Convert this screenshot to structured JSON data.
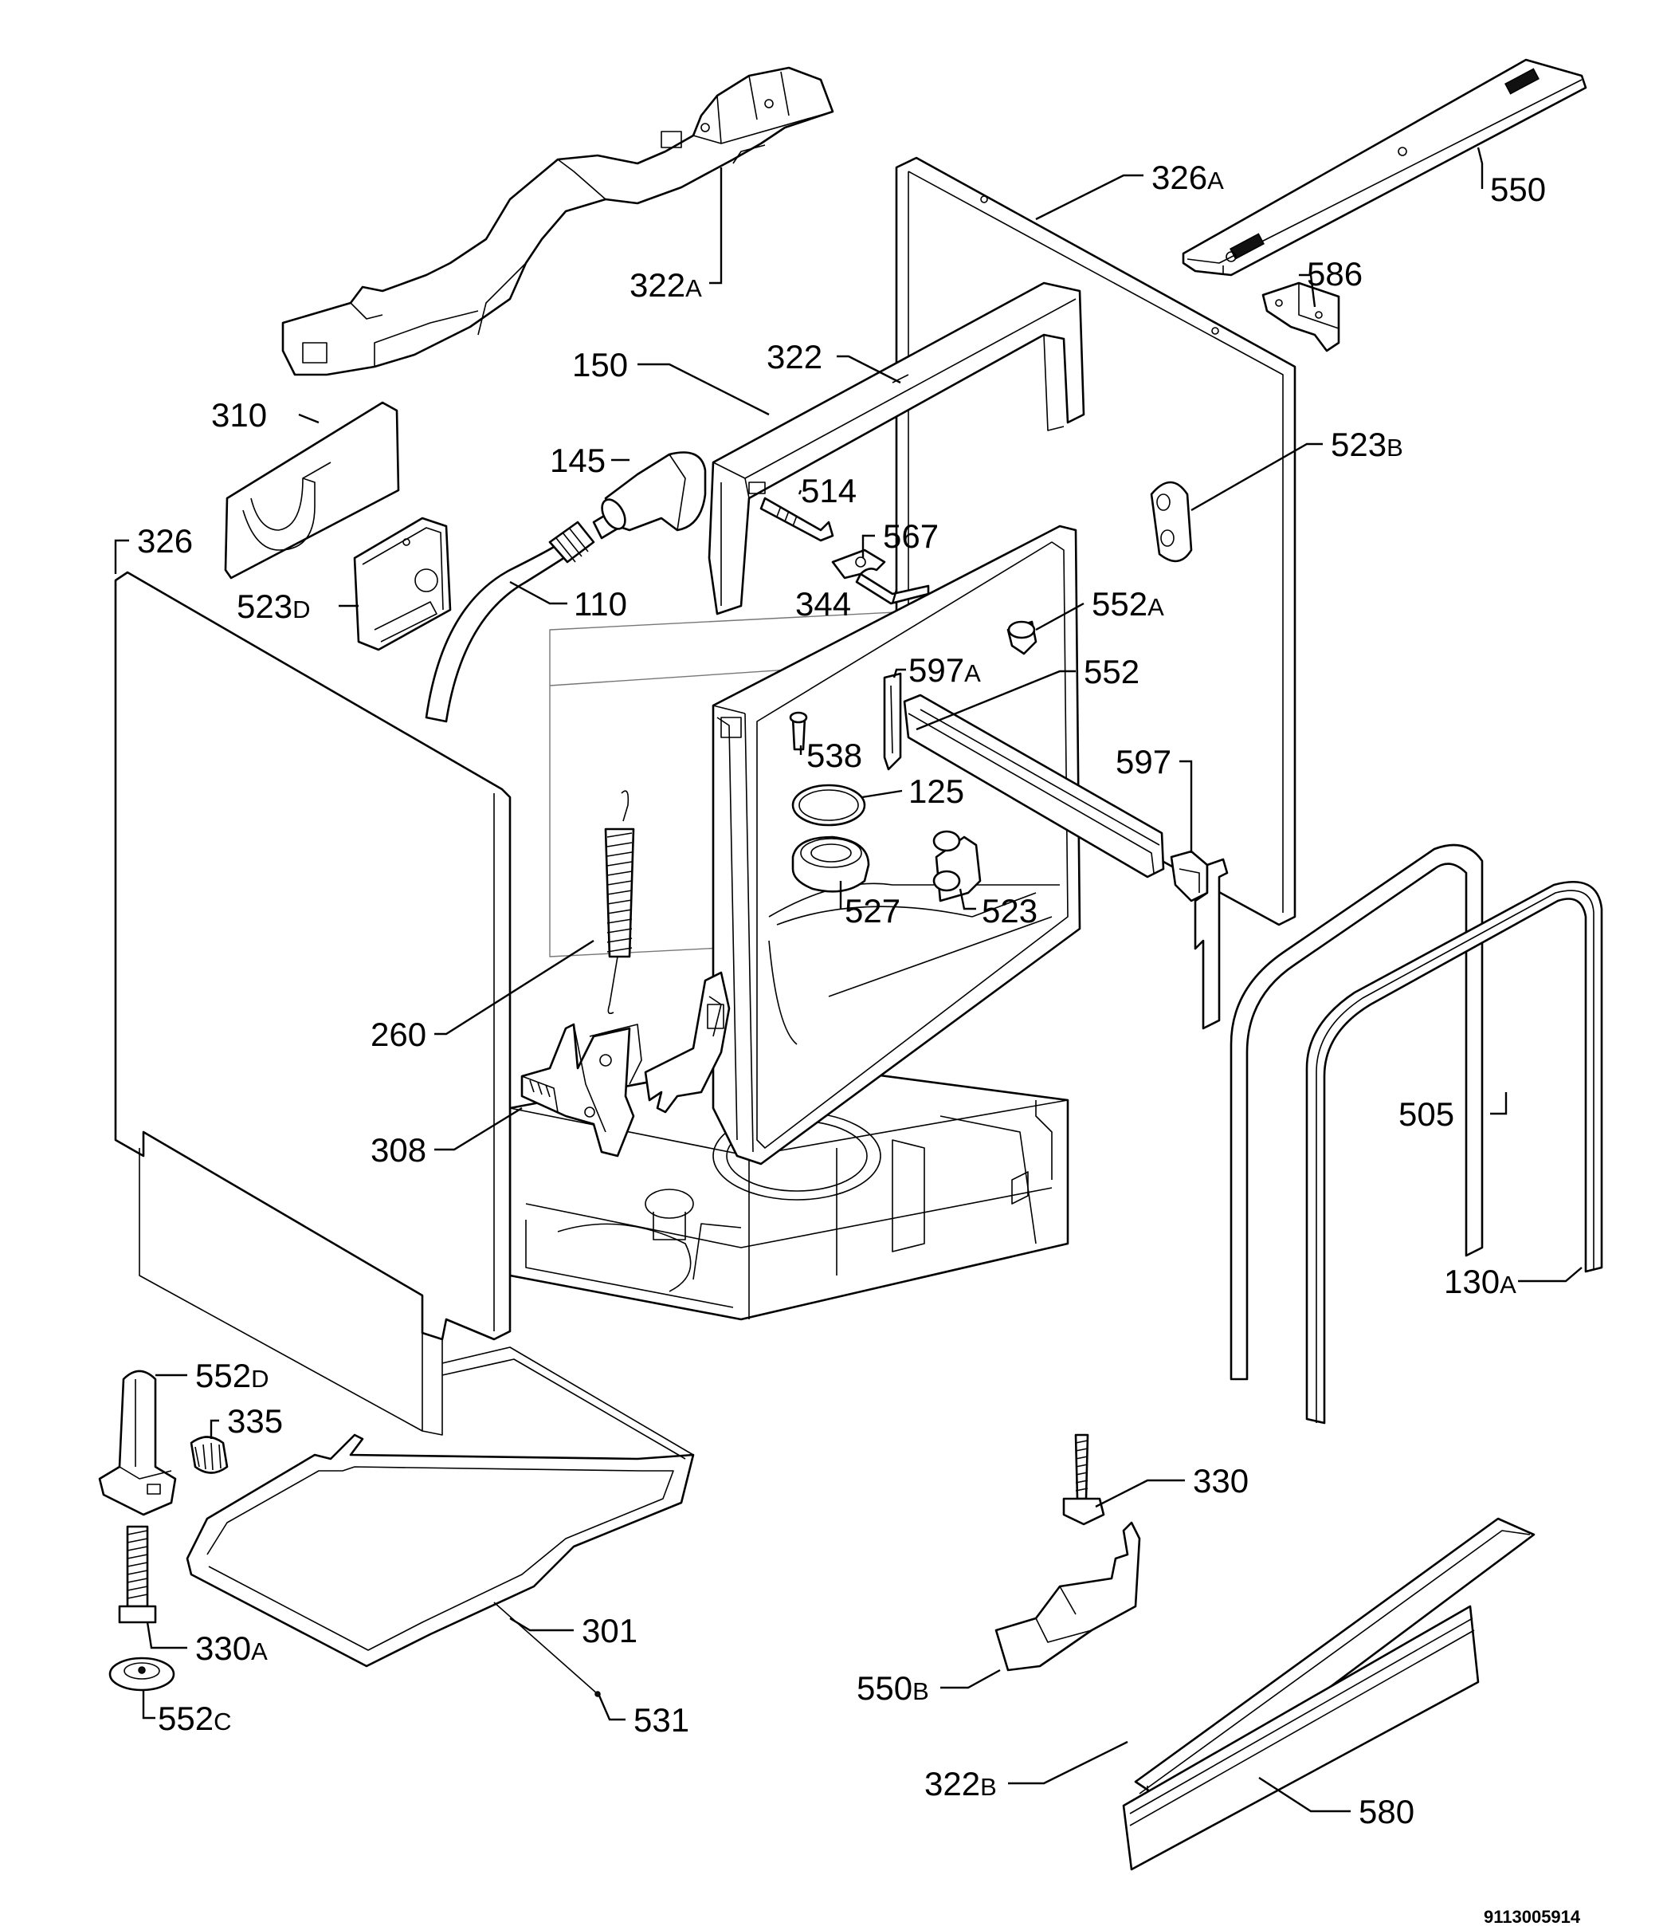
{
  "labels": {
    "l326A": {
      "num": "326",
      "suffix": "A"
    },
    "l550": {
      "num": "550",
      "suffix": ""
    },
    "l322A": {
      "num": "322",
      "suffix": "A"
    },
    "l586": {
      "num": "586",
      "suffix": ""
    },
    "l150": {
      "num": "150",
      "suffix": ""
    },
    "l322": {
      "num": "322",
      "suffix": ""
    },
    "l310": {
      "num": "310",
      "suffix": ""
    },
    "l523B": {
      "num": "523",
      "suffix": "B"
    },
    "l145": {
      "num": "145",
      "suffix": ""
    },
    "l514": {
      "num": "514",
      "suffix": ""
    },
    "l326": {
      "num": "326",
      "suffix": ""
    },
    "l567": {
      "num": "567",
      "suffix": ""
    },
    "l523D": {
      "num": "523",
      "suffix": "D"
    },
    "l110": {
      "num": "110",
      "suffix": ""
    },
    "l344": {
      "num": "344",
      "suffix": ""
    },
    "l552A": {
      "num": "552",
      "suffix": "A"
    },
    "l597A": {
      "num": "597",
      "suffix": "A"
    },
    "l552": {
      "num": "552",
      "suffix": ""
    },
    "l538": {
      "num": "538",
      "suffix": ""
    },
    "l597": {
      "num": "597",
      "suffix": ""
    },
    "l125": {
      "num": "125",
      "suffix": ""
    },
    "l527": {
      "num": "527",
      "suffix": ""
    },
    "l523": {
      "num": "523",
      "suffix": ""
    },
    "l260": {
      "num": "260",
      "suffix": ""
    },
    "l505": {
      "num": "505",
      "suffix": ""
    },
    "l308": {
      "num": "308",
      "suffix": ""
    },
    "l130A": {
      "num": "130",
      "suffix": "A"
    },
    "l552D": {
      "num": "552",
      "suffix": "D"
    },
    "l335": {
      "num": "335",
      "suffix": ""
    },
    "l330": {
      "num": "330",
      "suffix": ""
    },
    "l301": {
      "num": "301",
      "suffix": ""
    },
    "l330A": {
      "num": "330",
      "suffix": "A"
    },
    "l550B": {
      "num": "550",
      "suffix": "B"
    },
    "l552C": {
      "num": "552",
      "suffix": "C"
    },
    "l531": {
      "num": "531",
      "suffix": ""
    },
    "l322B": {
      "num": "322",
      "suffix": "B"
    },
    "l580": {
      "num": "580",
      "suffix": ""
    }
  },
  "document_number": "9113005914"
}
